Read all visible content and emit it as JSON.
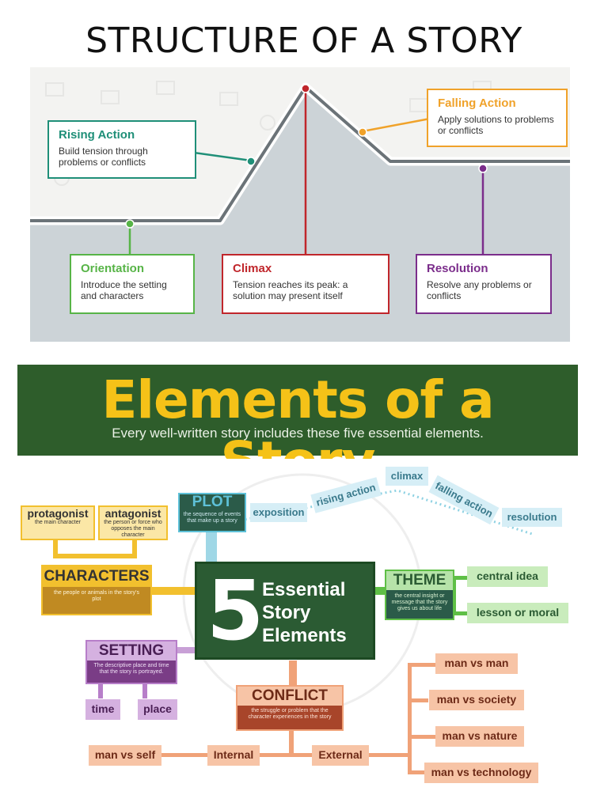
{
  "structure": {
    "title": "STRUCTURE OF A STORY",
    "stages": {
      "rising": {
        "title": "Rising Action",
        "desc": "Build tension through problems or conflicts",
        "color": "#1f8f78"
      },
      "falling": {
        "title": "Falling Action",
        "desc": "Apply solutions to problems or conflicts",
        "color": "#f0a22a"
      },
      "orientation": {
        "title": "Orientation",
        "desc": "Introduce the setting and characters",
        "color": "#57b447"
      },
      "climax": {
        "title": "Climax",
        "desc": "Tension reaches its peak: a solution may present itself",
        "color": "#c0262b"
      },
      "resolution": {
        "title": "Resolution",
        "desc": "Resolve any problems or conflicts",
        "color": "#7b2d8b"
      }
    }
  },
  "elements": {
    "title": "Elements of a Story",
    "subtitle": "Every well-written story includes these five essential elements.",
    "center": {
      "number": "5",
      "line1": "Essential",
      "line2": "Story",
      "line3": "Elements"
    },
    "plot": {
      "title": "PLOT",
      "desc": "the sequence of events that make up a story",
      "stages": [
        "exposition",
        "rising action",
        "climax",
        "falling action",
        "resolution"
      ]
    },
    "characters": {
      "title": "CHARACTERS",
      "desc": "the people or animals in the story's plot",
      "protagonist": {
        "label": "protagonist",
        "desc": "the main character"
      },
      "antagonist": {
        "label": "antagonist",
        "desc": "the person or force who opposes the main character"
      }
    },
    "theme": {
      "title": "THEME",
      "desc": "the central insight or message that the story gives us about life",
      "items": [
        "central idea",
        "lesson or moral"
      ]
    },
    "setting": {
      "title": "SETTING",
      "desc": "The descriptive place and time that the story is portrayed.",
      "items": [
        "time",
        "place"
      ]
    },
    "conflict": {
      "title": "CONFLICT",
      "desc": "the struggle or problem that the character experiences in the story",
      "internal": "Internal",
      "external": "External",
      "self": "man vs self",
      "external_items": [
        "man vs man",
        "man vs society",
        "man vs nature",
        "man vs technology"
      ]
    }
  },
  "colors": {
    "banner": "#2e5d2b",
    "accent_yellow": "#f5c218",
    "plot": "#5ec1d8",
    "characters": "#f2c02e",
    "theme": "#5fbf46",
    "setting": "#b77ec9",
    "conflict": "#f0a278"
  }
}
